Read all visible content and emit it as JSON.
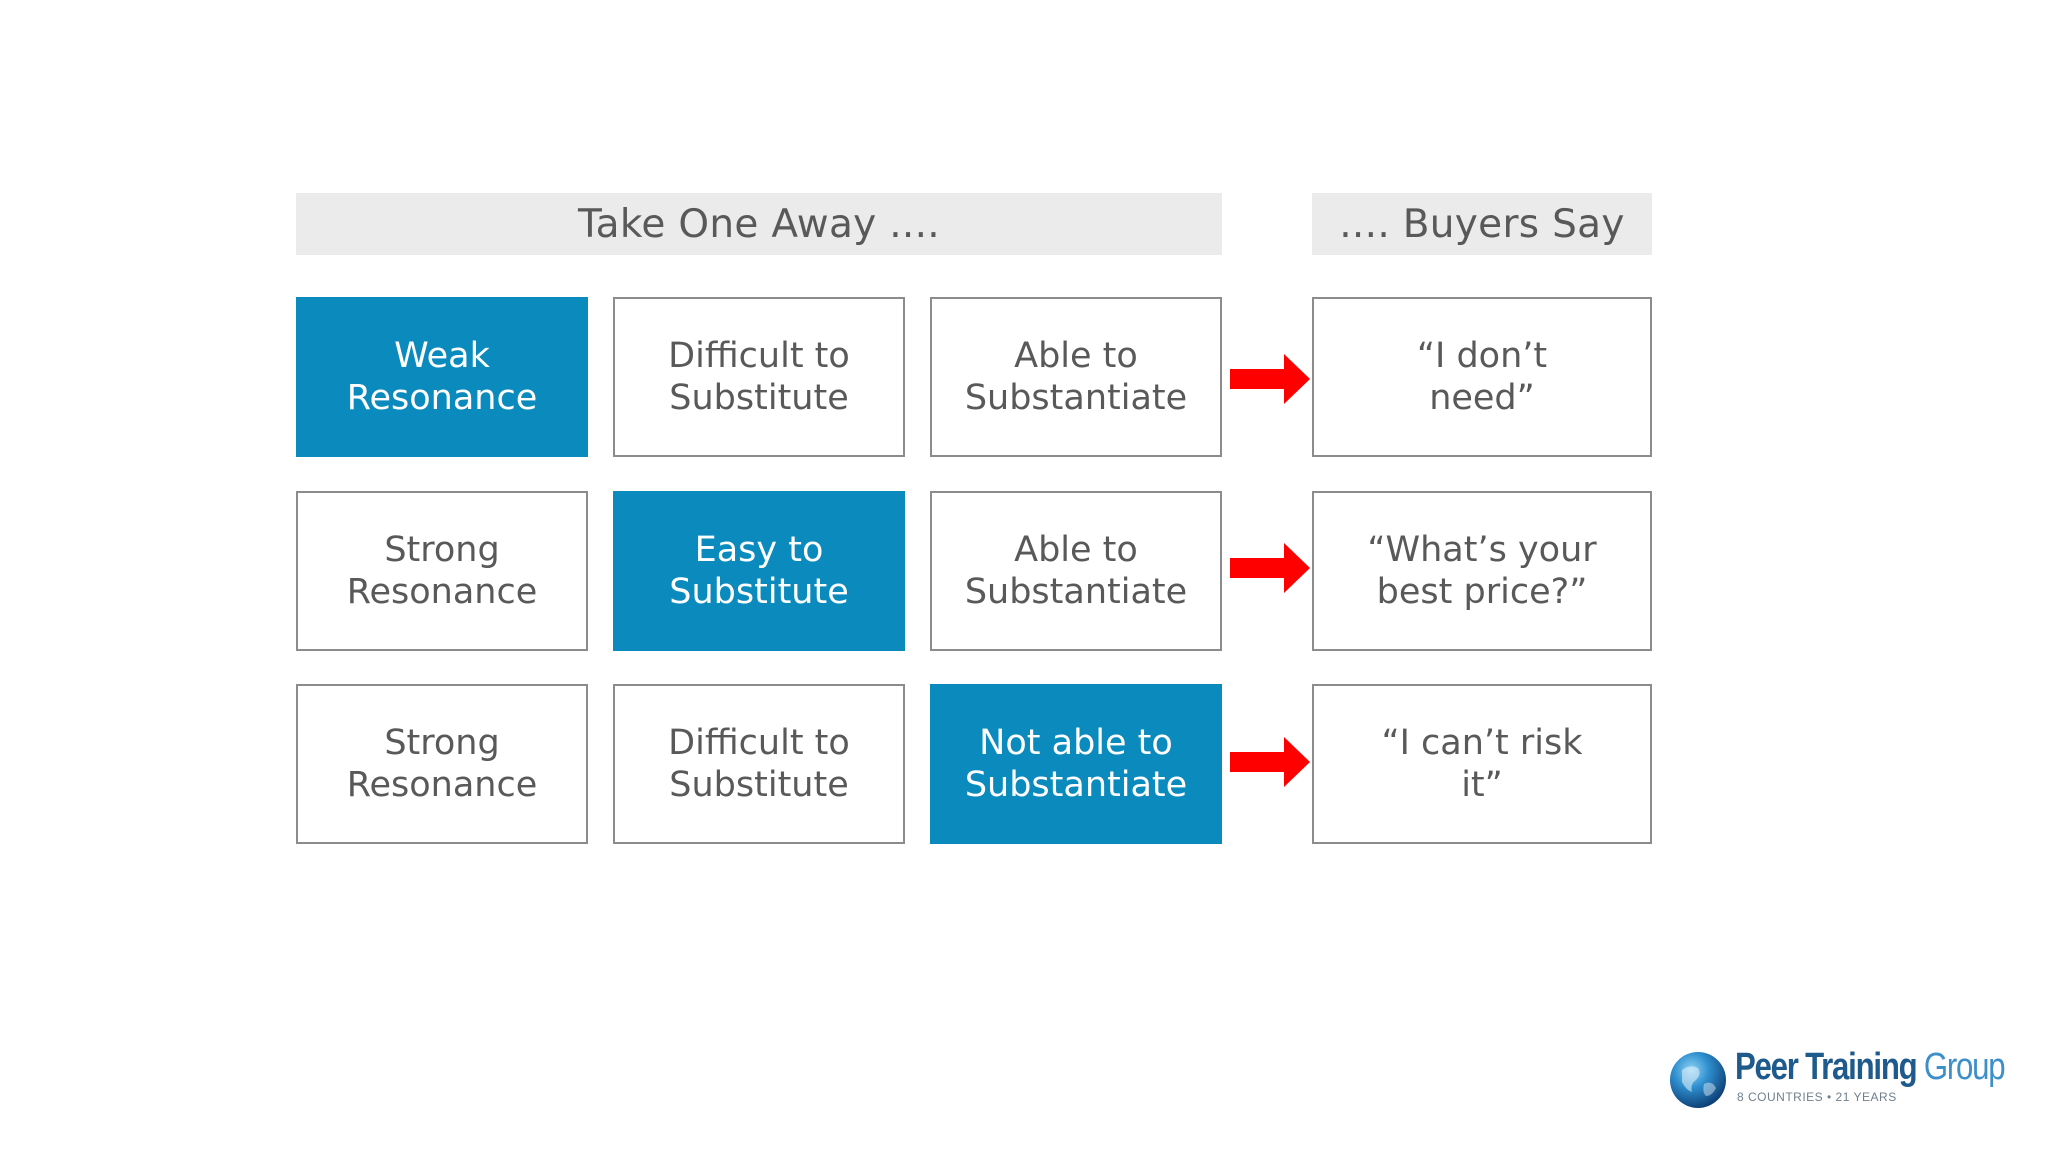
{
  "headers": {
    "left": "Take One Away ....",
    "right": ".... Buyers Say"
  },
  "rows": [
    {
      "cells": [
        {
          "text": "Weak\nResonance",
          "highlight": true
        },
        {
          "text": "Difficult to\nSubstitute",
          "highlight": false
        },
        {
          "text": "Able to\nSubstantiate",
          "highlight": false
        }
      ],
      "quote": "“I don’t\n  need”"
    },
    {
      "cells": [
        {
          "text": "Strong\nResonance",
          "highlight": false
        },
        {
          "text": "Easy to\nSubstitute",
          "highlight": true
        },
        {
          "text": "Able to\nSubstantiate",
          "highlight": false
        }
      ],
      "quote": "“What’s your\n  best price?”"
    },
    {
      "cells": [
        {
          "text": "Strong\nResonance",
          "highlight": false
        },
        {
          "text": "Difficult to\nSubstitute",
          "highlight": false
        },
        {
          "text": "Not able to\nSubstantiate",
          "highlight": true
        }
      ],
      "quote": "“I can’t risk\n it”"
    }
  ],
  "colors": {
    "highlight": "#0b8bbd",
    "arrow": "#ff0000",
    "header_bg": "#ebebeb",
    "border": "#8c8c8c",
    "text": "#595959"
  },
  "logo": {
    "brand_primary": "Peer Training",
    "brand_secondary": "Group",
    "tagline": "8 COUNTRIES • 21 YEARS",
    "icon": "globe-icon"
  }
}
